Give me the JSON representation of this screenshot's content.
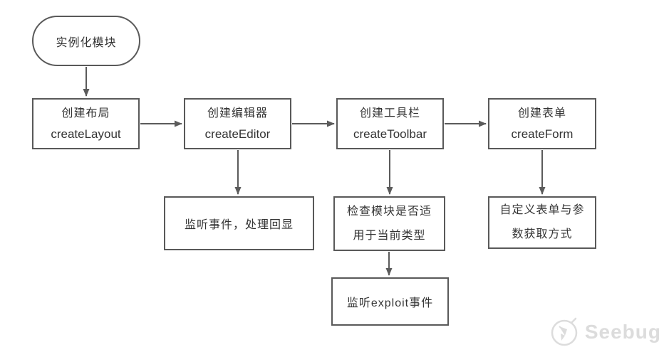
{
  "colors": {
    "background": "#ffffff",
    "node_border": "#595959",
    "node_fill": "#ffffff",
    "text": "#333333",
    "arrow": "#5b5b5b",
    "watermark": "#dcdcdc"
  },
  "flowchart": {
    "start": {
      "label": "实例化模块"
    },
    "row1": [
      {
        "title": "创建布局",
        "subtitle": "createLayout"
      },
      {
        "title": "创建编辑器",
        "subtitle": "createEditor"
      },
      {
        "title": "创建工具栏",
        "subtitle": "createToolbar"
      },
      {
        "title": "创建表单",
        "subtitle": "createForm"
      }
    ],
    "row2": [
      {
        "label": "监听事件，处理回显"
      },
      {
        "label": "检查模块是否适用于当前类型"
      },
      {
        "label": "自定义表单与参数获取方式"
      }
    ],
    "row3": [
      {
        "label": "监听exploit事件"
      }
    ],
    "edges": [
      {
        "from": "实例化模块",
        "to": "创建布局"
      },
      {
        "from": "创建布局",
        "to": "创建编辑器"
      },
      {
        "from": "创建编辑器",
        "to": "创建工具栏"
      },
      {
        "from": "创建工具栏",
        "to": "创建表单"
      },
      {
        "from": "创建编辑器",
        "to": "监听事件，处理回显"
      },
      {
        "from": "创建工具栏",
        "to": "检查模块是否适用于当前类型"
      },
      {
        "from": "创建表单",
        "to": "自定义表单与参数获取方式"
      },
      {
        "from": "检查模块是否适用于当前类型",
        "to": "监听exploit事件"
      }
    ]
  },
  "watermark": {
    "text": "Seebug"
  }
}
